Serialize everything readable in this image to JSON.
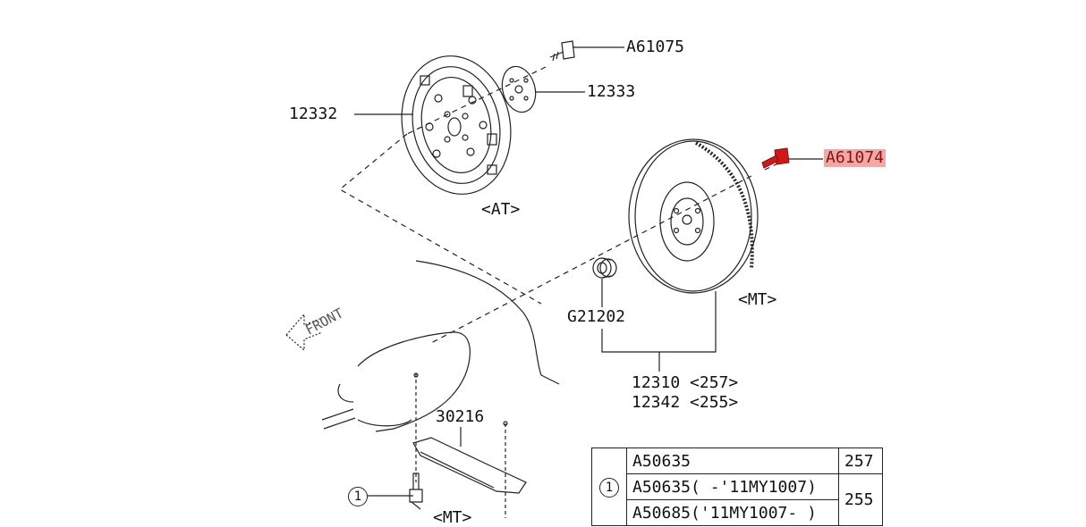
{
  "labels": {
    "a61075": "A61075",
    "p12333": "12333",
    "p12332": "12332",
    "at": "<AT>",
    "a61074": "A61074",
    "mt": "<MT>",
    "g21202": "G21202",
    "front": "FRONT",
    "line1": "12310 <257>",
    "line2": "12342 <255>",
    "p30216": "30216",
    "circle_ref": "1",
    "mt_bottom": "<MT>"
  },
  "table": {
    "ref": "1",
    "rows": [
      {
        "part": "A50635",
        "code": "257"
      },
      {
        "part": "A50635( -'11MY1007)",
        "code": "255"
      },
      {
        "part": "A50685('11MY1007- )",
        "code": ""
      }
    ]
  },
  "colors": {
    "highlight": "#f3a8a8",
    "highlight_bolt": "#d01818",
    "ink": "#111111"
  }
}
